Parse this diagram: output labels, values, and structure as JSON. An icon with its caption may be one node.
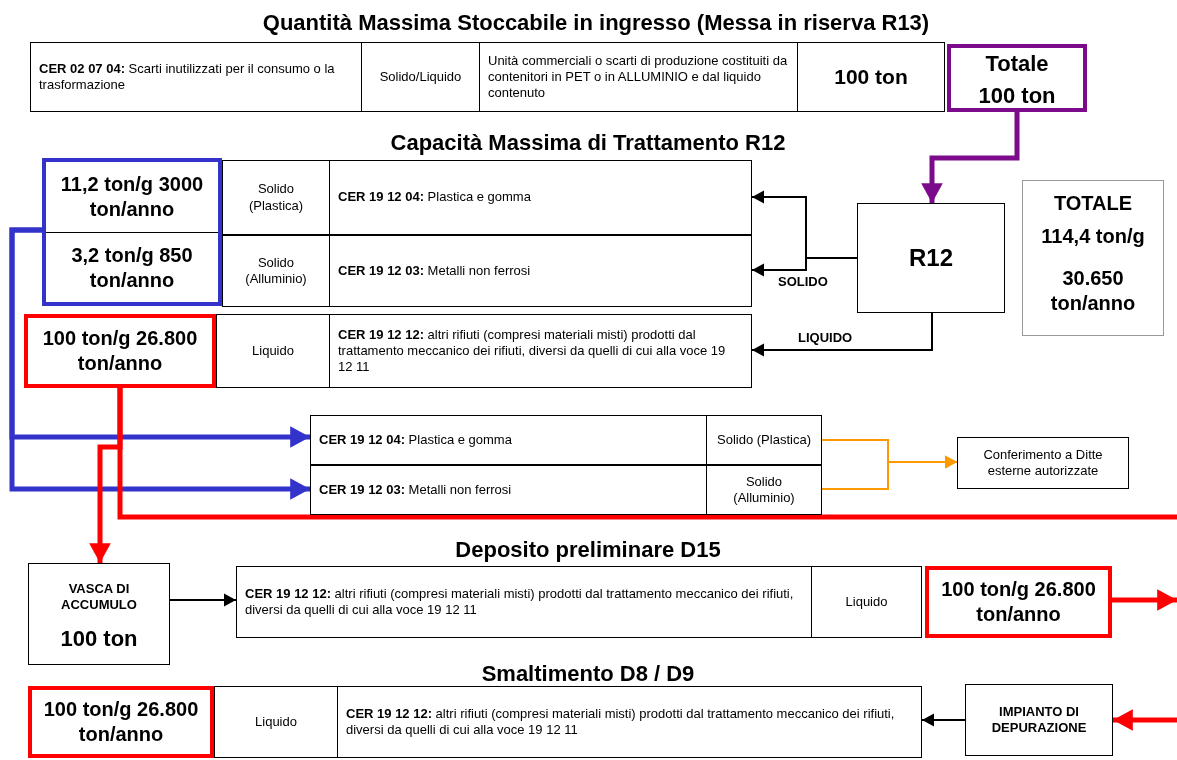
{
  "diagram": {
    "title": "Quantità Massima Stoccabile in ingresso (Messa in riserva R13)",
    "nodes": [
      {
        "text": [
          "**CER 02 07 04:** Scarti inutilizzati per il consumo o la trasformazione",
          "Solido/Liquido",
          "Unità commerciali o scarti di produzione costituiti da contenitori in PET o in ALLUMINIO e dal liquido contenuto",
          "100 ton"
        ]
      },
      {
        "text": [
          "Totale",
          "100 ton"
        ]
      },
      {
        "text": [
          "11,2 ton/g 3000 ton/anno",
          "3,2 ton/g 850 ton/anno"
        ]
      },
      {
        "text": [
          "Solido (Plastica)",
          "**CER 19 12 04:** Plastica e gomma"
        ]
      },
      {
        "text": [
          "Solido (Alluminio)",
          "**CER 19 12 03:** Metalli non ferrosi"
        ]
      },
      {
        "text": [
          "100 ton/g 26.800 ton/anno"
        ]
      },
      {
        "text": [
          "Liquido",
          "**CER 19 12 12:** altri rifiuti (compresi materiali misti) prodotti dal trattamento meccanico dei rifiuti, diversi da quelli di cui alla voce 19 12 11"
        ]
      },
      {
        "text": [
          "R12"
        ]
      },
      {
        "text": [
          "TOTALE",
          "114,4 ton/g",
          "30.650 ton/anno"
        ]
      },
      {
        "text": [
          "**CER 19 12 04:** Plastica e gomma",
          "Solido (Plastica)"
        ]
      },
      {
        "text": [
          "**CER 19 12 03:** Metalli non ferrosi",
          "Solido (Alluminio)"
        ]
      },
      {
        "text": [
          "Conferimento a Ditte esterne autorizzate"
        ]
      },
      {
        "text": [
          "VASCA DI ACCUMULO",
          "100 ton"
        ]
      },
      {
        "text": [
          "**CER 19 12 12:** altri rifiuti (compresi materiali misti) prodotti dal trattamento meccanico dei rifiuti, diversi da quelli di cui alla voce 19 12 11",
          "Liquido"
        ]
      },
      {
        "text": [
          "100 ton/g 26.800 ton/anno"
        ]
      },
      {
        "text": [
          "100 ton/g 26.800 ton/anno"
        ]
      },
      {
        "text": [
          "Liquido",
          "**CER 19 12 12:** altri rifiuti (compresi materiali misti) prodotti dal trattamento meccanico dei rifiuti, diversi da quelli di cui alla voce 19 12 11"
        ]
      },
      {
        "text": [
          "IMPIANTO DI DEPURAZIONE"
        ]
      }
    ],
    "edges": [
      {
        "from": 1,
        "to": 7,
        "arrow": "to",
        "style": "thick",
        "color": "#7b0b8a"
      },
      {
        "from": 7,
        "to": 3,
        "arrow": "to"
      },
      {
        "from": 7,
        "to": 4,
        "arrow": "to",
        "label": "SOLIDO"
      },
      {
        "from": 7,
        "to": 6,
        "arrow": "to",
        "label": "LIQUIDO"
      },
      {
        "from": 2,
        "to": 9,
        "arrow": "to",
        "style": "thick",
        "color": "#3333cc"
      },
      {
        "from": 2,
        "to": 10,
        "arrow": "to",
        "style": "thick",
        "color": "#3333cc"
      },
      {
        "from": 5,
        "to": 12,
        "arrow": "to",
        "style": "thick",
        "color": "#ff0000"
      },
      {
        "from": 5,
        "to": null,
        "arrow": "none",
        "style": "thick",
        "color": "#ff0000"
      },
      {
        "from": 9,
        "to": 11,
        "arrow": "to",
        "color": "#ff9900"
      },
      {
        "from": 10,
        "to": 11,
        "arrow": "to",
        "color": "#ff9900"
      },
      {
        "from": 12,
        "to": 13,
        "arrow": "to"
      },
      {
        "from": 14,
        "to": null,
        "arrow": "to",
        "style": "thick",
        "color": "#ff0000"
      },
      {
        "from": null,
        "to": 17,
        "arrow": "to",
        "style": "thick",
        "color": "#ff0000"
      },
      {
        "from": 17,
        "to": 16,
        "arrow": "to"
      }
    ],
    "labels": [
      "Capacità Massima di Trattamento R12",
      "Deposito preliminare D15",
      "Smaltimento D8 / D9"
    ]
  }
}
